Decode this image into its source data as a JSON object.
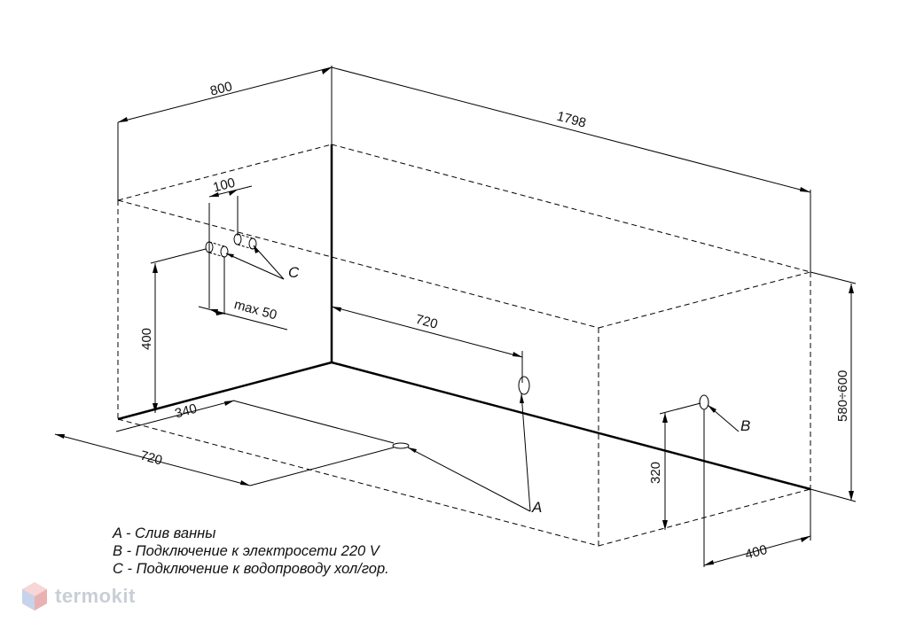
{
  "dimensions": {
    "width_800": "800",
    "length_1798": "1798",
    "c_spacing_100": "100",
    "c_depth_max50": "max 50",
    "c_height_400": "400",
    "drain_offset_720_top": "720",
    "drain_offset_340": "340",
    "drain_offset_720_bottom": "720",
    "height_580_600": "580÷600",
    "b_height_320": "320",
    "b_offset_400": "400"
  },
  "markers": {
    "a": "A",
    "b": "B",
    "c": "C"
  },
  "legend": {
    "a": "A - Слив ванны",
    "b": "B - Подключение к электросети 220 V",
    "c": "C - Подключение к водопроводу хол/гор."
  },
  "brand": {
    "name": "termokit"
  }
}
